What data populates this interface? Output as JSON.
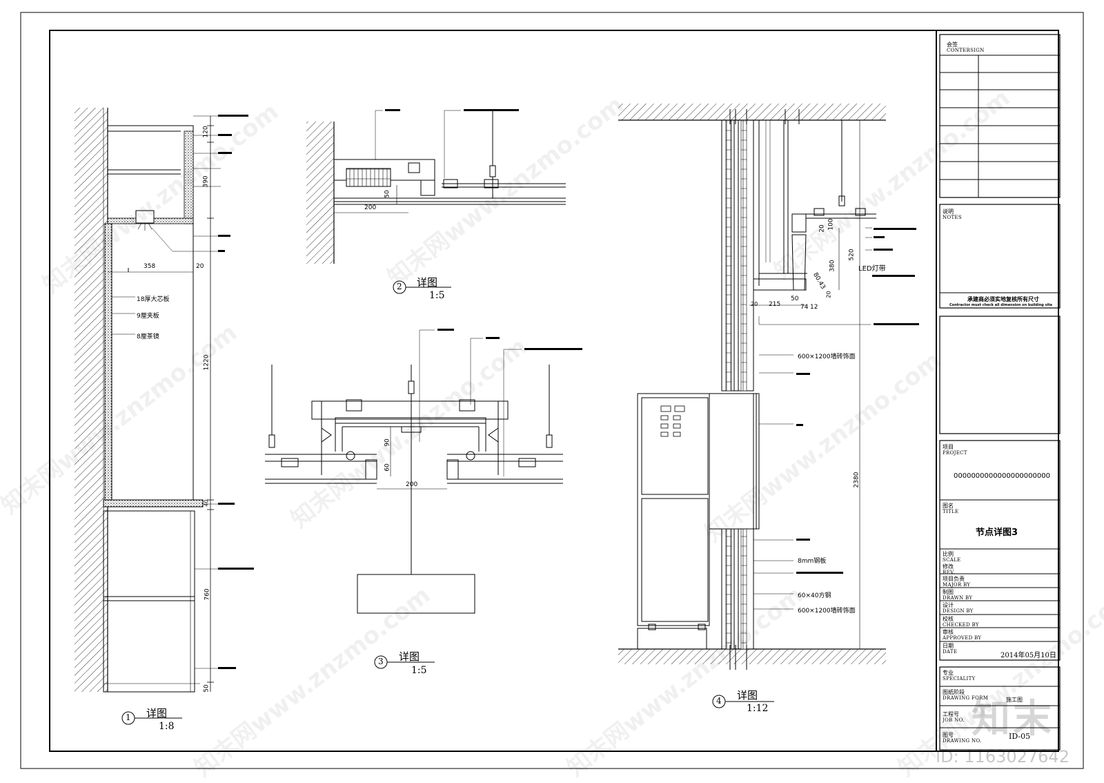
{
  "details": [
    {
      "number": "1",
      "title": "详图",
      "scale": "1:8"
    },
    {
      "number": "2",
      "title": "详图",
      "scale": "1:5"
    },
    {
      "number": "3",
      "title": "详图",
      "scale": "1:5"
    },
    {
      "number": "4",
      "title": "详图",
      "scale": "1:12"
    }
  ],
  "detail1": {
    "dims": [
      "120",
      "390",
      "358",
      "20",
      "1220",
      "40",
      "760",
      "50"
    ],
    "labels": [
      "18厚大芯板",
      "9厘夹板",
      "8厘茶镜"
    ]
  },
  "detail2": {
    "dims": [
      "50",
      "200"
    ]
  },
  "detail3": {
    "dims": [
      "90",
      "60",
      "200"
    ]
  },
  "detail4": {
    "dims": [
      "20",
      "100",
      "520",
      "380",
      "80.43",
      "20",
      "20",
      "215",
      "50",
      "74",
      "12",
      "2380"
    ],
    "labels": [
      "LED灯带",
      "600×1200墙砖饰面",
      "8mm钢板",
      "60×40方钢",
      "600×1200墙砖饰面"
    ]
  },
  "title_block": {
    "countersign_cn": "会签",
    "countersign_en": "CONTERSIGN",
    "notes_cn": "说明",
    "notes_en": "NOTES",
    "contractor_cn": "承建商必须实地复核所有尺寸",
    "contractor_en": "Contractor must check all dimension on building site",
    "project_cn": "项目",
    "project_en": "PROJECT",
    "project_value": "0000000000000000000000",
    "title_cn": "图名",
    "title_en": "TITLE",
    "title_value": "节点详图3",
    "scale_cn": "比例",
    "scale_en": "SCALE",
    "rev_cn": "修改",
    "rev_en": "REV.",
    "major_cn": "项目负责",
    "major_en": "MAJOR BY",
    "drawn_cn": "制图",
    "drawn_en": "DRAWN BY",
    "design_cn": "设计",
    "design_en": "DESIGN BY",
    "checked_cn": "校核",
    "checked_en": "CHECKED BY",
    "approved_cn": "审核",
    "approved_en": "APPROVED BY",
    "date_cn": "日期",
    "date_en": "DATE",
    "date_value": "2014年05月10日",
    "speciality_cn": "专业",
    "speciality_en": "SPECIALITY",
    "drawing_form_cn": "图纸阶段",
    "drawing_form_en": "DRAWING FORM",
    "drawing_form_value": "施工图",
    "job_cn": "工程号",
    "job_en": "JOB NO.",
    "drawing_no_cn": "图号",
    "drawing_no_en": "DRAWING NO.",
    "drawing_no_value": "ID-05"
  },
  "watermark": {
    "site": "知末网www.znzmo.com",
    "brand": "知末",
    "id_label": "ID: 1163027642"
  }
}
